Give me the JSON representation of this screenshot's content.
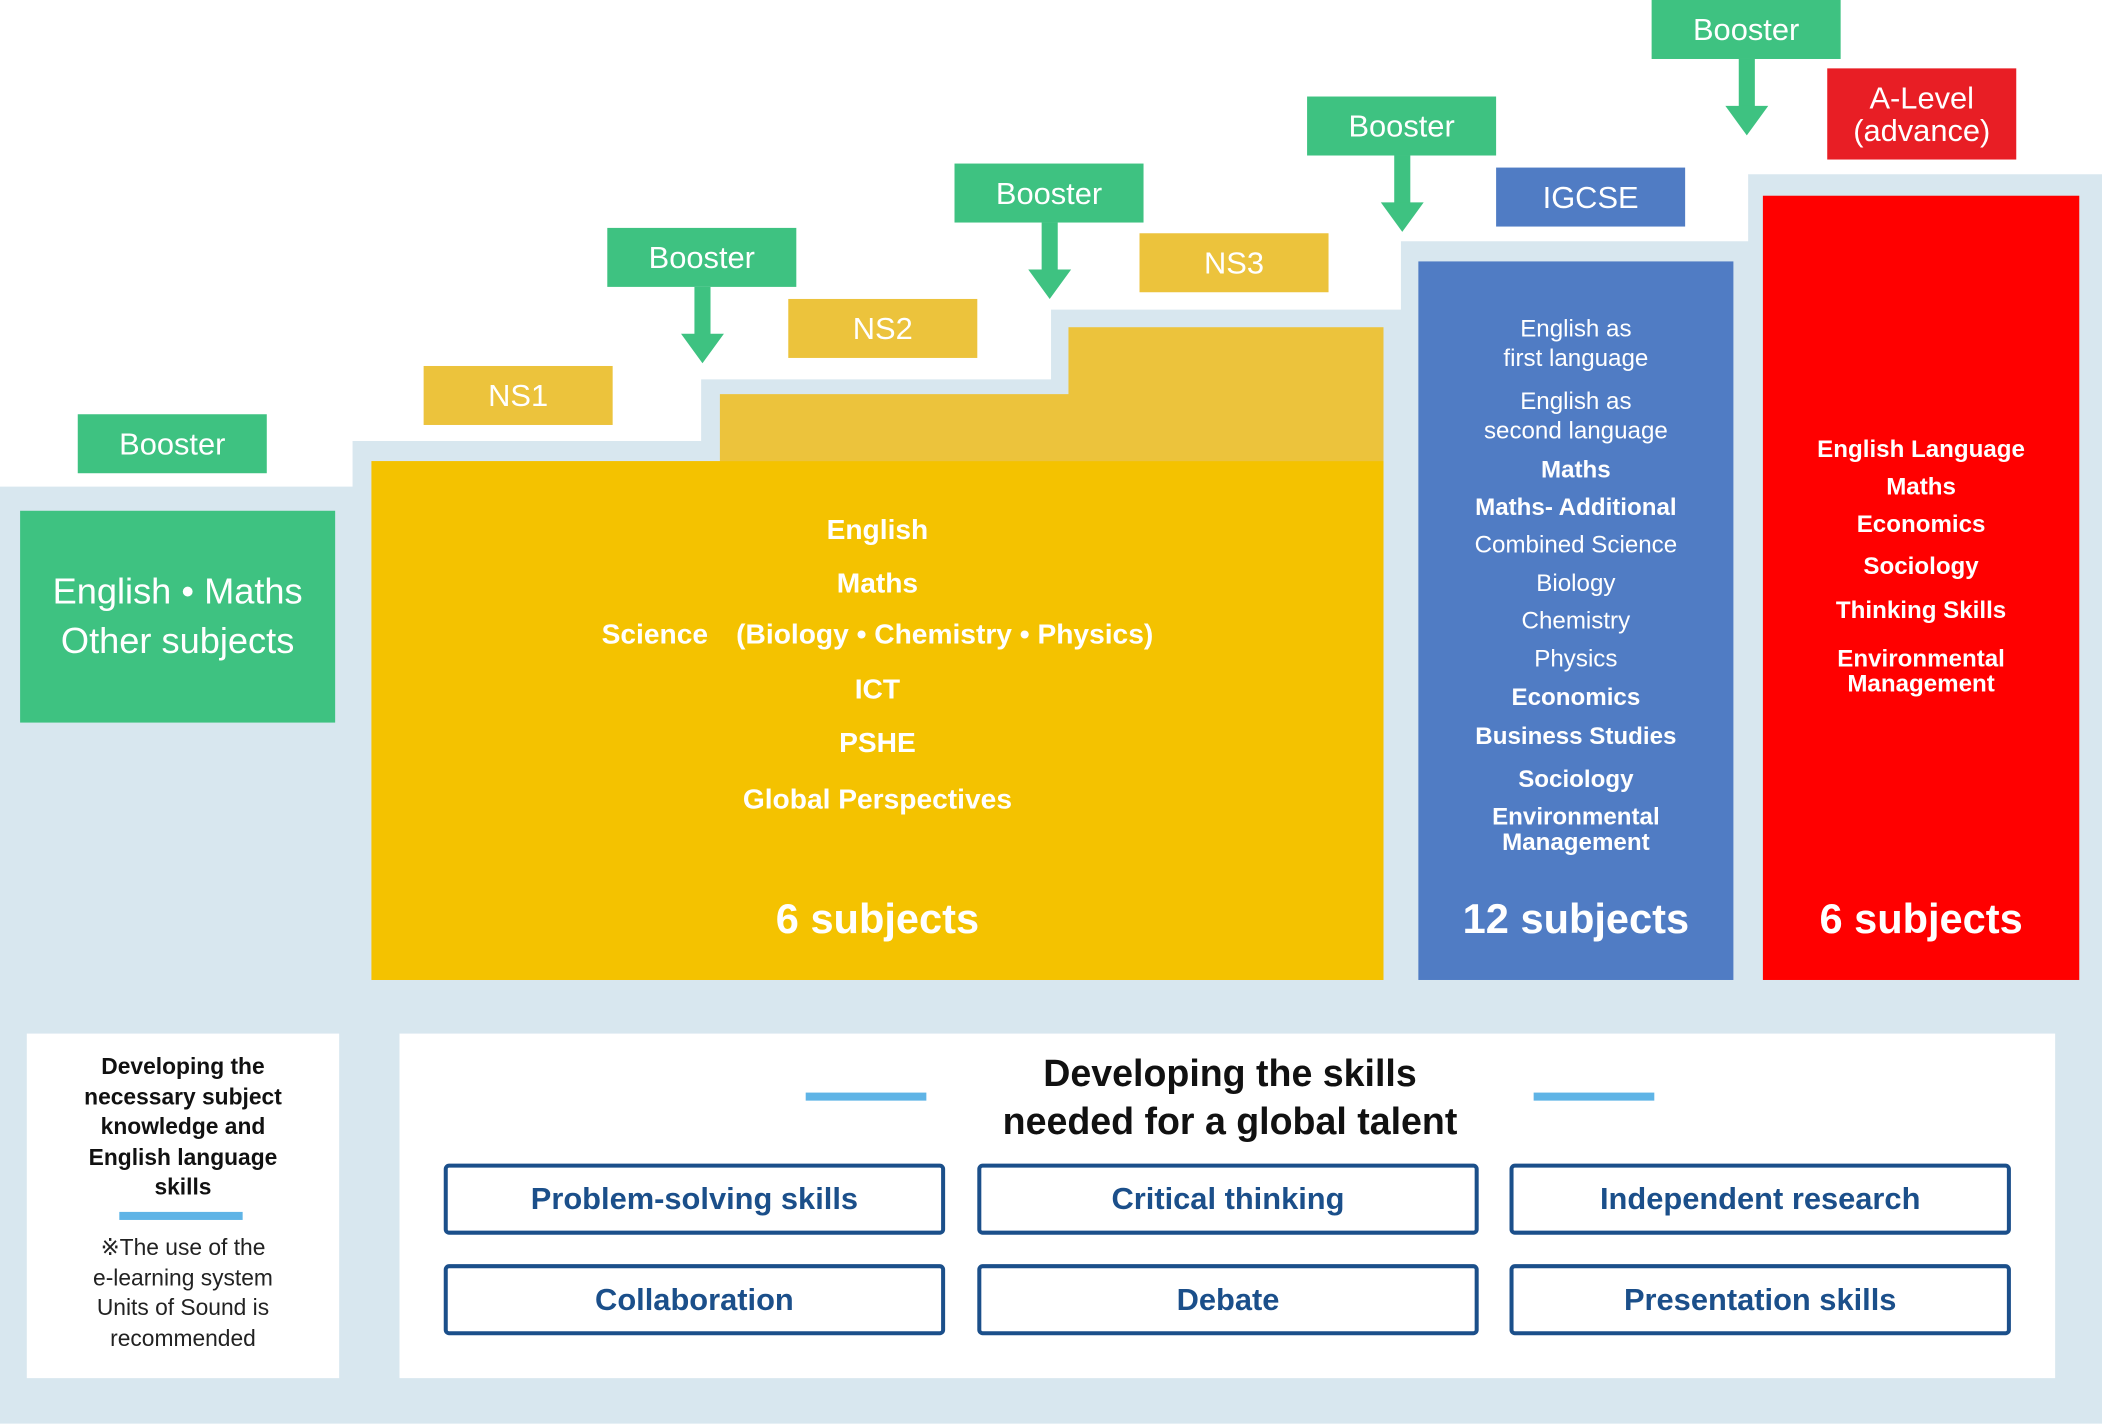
{
  "stages": {
    "start": {
      "booster": "Booster",
      "lines": [
        "English • Maths",
        "Other subjects"
      ]
    },
    "ns1": {
      "label": "NS1",
      "booster": "Booster"
    },
    "ns2": {
      "label": "NS2",
      "booster": "Booster"
    },
    "ns3": {
      "label": "NS3",
      "booster": "Booster"
    },
    "igcse": {
      "label": "IGCSE",
      "booster": "Booster"
    },
    "alevel": {
      "label_line1": "A-Level",
      "label_line2": "(advance)"
    }
  },
  "ns_block": {
    "subjects": [
      "English",
      "Maths",
      "Science　(Biology • Chemistry • Physics)",
      "ICT",
      "PSHE",
      "Global Perspectives"
    ],
    "count": "6 subjects"
  },
  "igcse_block": {
    "subjects": [
      "English as",
      "first language",
      "English as",
      "second language",
      "Maths",
      "Maths- Additional",
      "Combined Science",
      "Biology",
      "Chemistry",
      "Physics",
      "Economics",
      "Business Studies",
      "Sociology",
      "Environmental",
      "Management"
    ],
    "count": "12 subjects"
  },
  "alevel_block": {
    "subjects": [
      "English Language",
      "Maths",
      "Economics",
      "Sociology",
      "Thinking Skills",
      "Environmental",
      "Management"
    ],
    "count": "6 subjects"
  },
  "left_note": {
    "heading": [
      "Developing the",
      "necessary subject",
      "knowledge and",
      "English language",
      "skills"
    ],
    "note": [
      "※The use of the",
      "e-learning system",
      "Units of Sound is",
      "recommended"
    ]
  },
  "skills": {
    "title_line1": "Developing the skills",
    "title_line2": "needed for a global talent",
    "items": [
      "Problem-solving skills",
      "Critical thinking",
      "Independent research",
      "Collaboration",
      "Debate",
      "Presentation skills"
    ]
  },
  "colors": {
    "green": "#3ec281",
    "yellow": "#f4c200",
    "tag_yellow": "#ecc33c",
    "blue": "#507cc4",
    "red": "#ff0000",
    "light_blue_bg": "#d8e7ef",
    "navy": "#1b4f8a",
    "accent_line": "#5fb4e6"
  }
}
